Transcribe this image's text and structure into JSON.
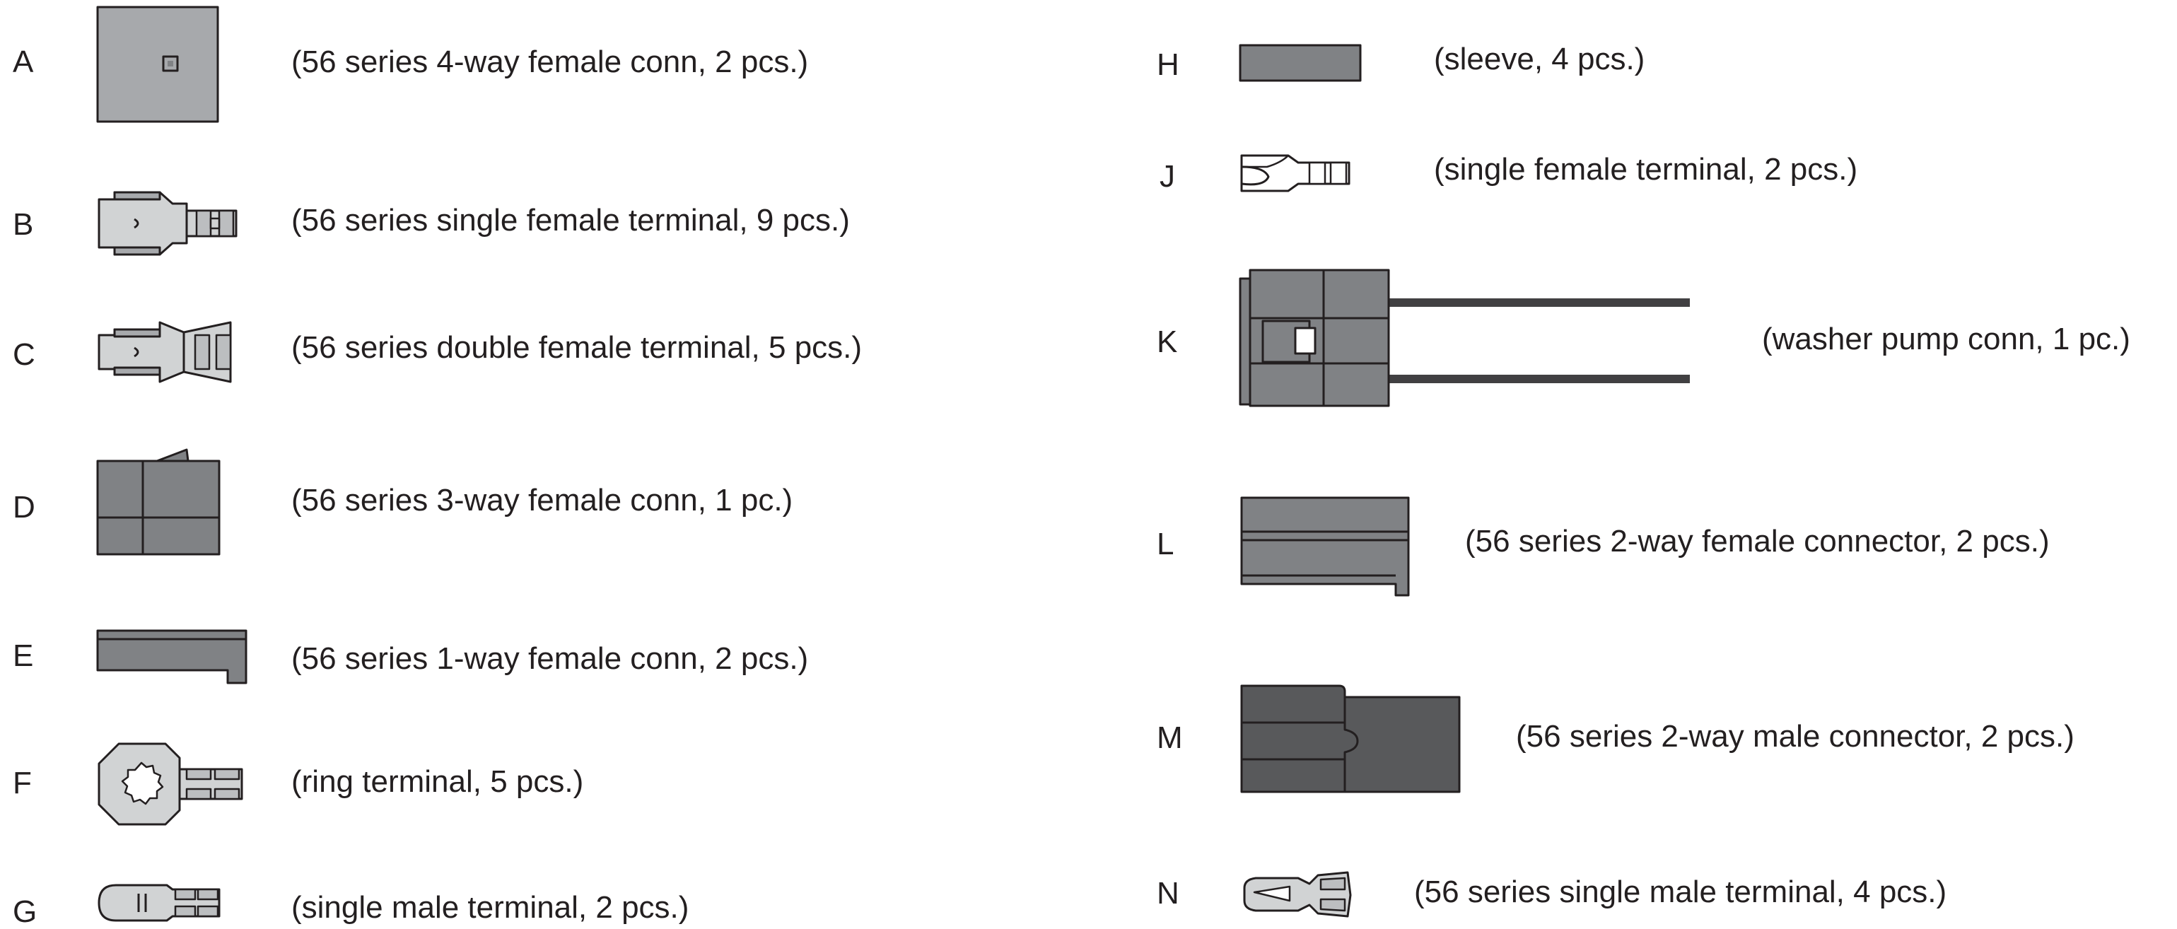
{
  "parts": [
    {
      "letter": "A",
      "description": "(56 series 4-way female conn, 2 pcs.)",
      "icon": "4-way-female-connector"
    },
    {
      "letter": "B",
      "description": "(56 series single female terminal, 9 pcs.)",
      "icon": "single-female-terminal"
    },
    {
      "letter": "C",
      "description": "(56 series double female terminal, 5 pcs.)",
      "icon": "double-female-terminal"
    },
    {
      "letter": "D",
      "description": "(56 series 3-way female conn, 1 pc.)",
      "icon": "3-way-female-connector"
    },
    {
      "letter": "E",
      "description": "(56 series 1-way female conn, 2 pcs.)",
      "icon": "1-way-female-connector"
    },
    {
      "letter": "F",
      "description": "(ring terminal, 5 pcs.)",
      "icon": "ring-terminal"
    },
    {
      "letter": "G",
      "description": "(single male terminal, 2 pcs.)",
      "icon": "single-male-terminal"
    },
    {
      "letter": "H",
      "description": "(sleeve, 4 pcs.)",
      "icon": "sleeve"
    },
    {
      "letter": "J",
      "description": "(single female terminal, 2 pcs.)",
      "icon": "single-female-terminal-small"
    },
    {
      "letter": "K",
      "description": "(washer pump conn, 1 pc.)",
      "icon": "washer-pump-connector"
    },
    {
      "letter": "L",
      "description": "(56 series 2-way female connector, 2 pcs.)",
      "icon": "2-way-female-connector"
    },
    {
      "letter": "M",
      "description": "(56 series 2-way male connector, 2 pcs.)",
      "icon": "2-way-male-connector"
    },
    {
      "letter": "N",
      "description": "(56 series single male terminal, 4 pcs.)",
      "icon": "single-male-terminal-56"
    }
  ],
  "colors": {
    "text": "#231f20",
    "outline": "#231f20",
    "light_grey": "#a7a9ac",
    "mid_grey": "#808285",
    "dark_grey": "#58595b",
    "wire": "#414042"
  }
}
